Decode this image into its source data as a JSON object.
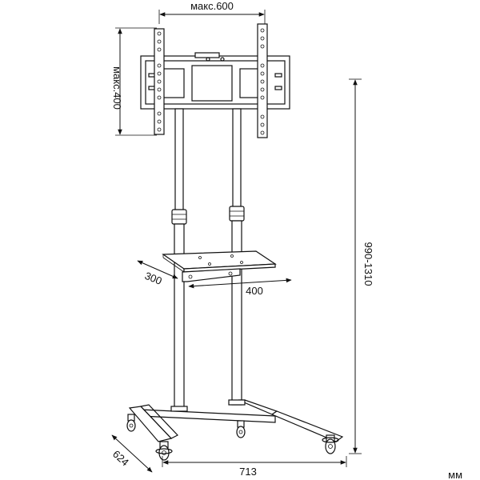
{
  "dimensions": {
    "bracket_width": "макс.600",
    "bracket_height": "макс.400",
    "shelf_depth": "300",
    "shelf_width": "400",
    "stand_height": "990-1310",
    "base_depth": "624",
    "base_width": "713",
    "unit": "мм"
  },
  "colors": {
    "line": "#111111",
    "background": "#ffffff"
  }
}
